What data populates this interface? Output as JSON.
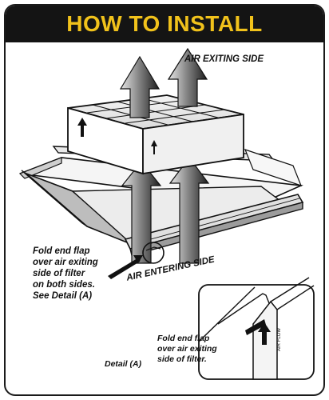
{
  "title": "HOW TO INSTALL",
  "labels": {
    "air_exiting": "AIR EXITING SIDE",
    "air_entering": "AIR ENTERING SIDE",
    "fold_flap_main": [
      "Fold end flap",
      "over air exiting",
      "side of filter",
      "on both sides.",
      "See Detail (A)"
    ],
    "fold_flap_detail": [
      "Fold end flap",
      "over air exiting",
      "side of filter."
    ],
    "detail": "Detail (A)"
  },
  "filter_side_text": "AIR FLOW",
  "colors": {
    "banner": "#141414",
    "title": "#f1c21b",
    "ink": "#111111",
    "arrow_dark": "#2b2b2b",
    "arrow_light": "#d8d8d8",
    "frame_bg": "#ececec"
  }
}
